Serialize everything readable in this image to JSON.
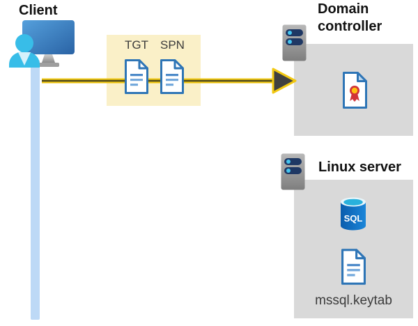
{
  "client": {
    "label": "Client"
  },
  "ticket_box": {
    "tickets": [
      {
        "label": "TGT"
      },
      {
        "label": "SPN"
      }
    ]
  },
  "domain_controller": {
    "title": "Domain controller"
  },
  "linux_server": {
    "title": "Linux server",
    "database_label": "SQL",
    "keytab_label": "mssql.keytab"
  },
  "colors": {
    "arrow_yellow": "#F2C811",
    "arrow_core": "#4F4B1F",
    "arrowhead_fill": "#404040",
    "ticket_box_bg": "#FAF0C8",
    "server_box_bg": "#D9D9D9",
    "document_blue": "#2E75B6",
    "connection_line_blue": "#BDD9F6",
    "server_bar_navy": "#1F3864",
    "person_cyan": "#38BDE8",
    "certificate_red": "#D13438",
    "certificate_gold": "#FFC010"
  }
}
